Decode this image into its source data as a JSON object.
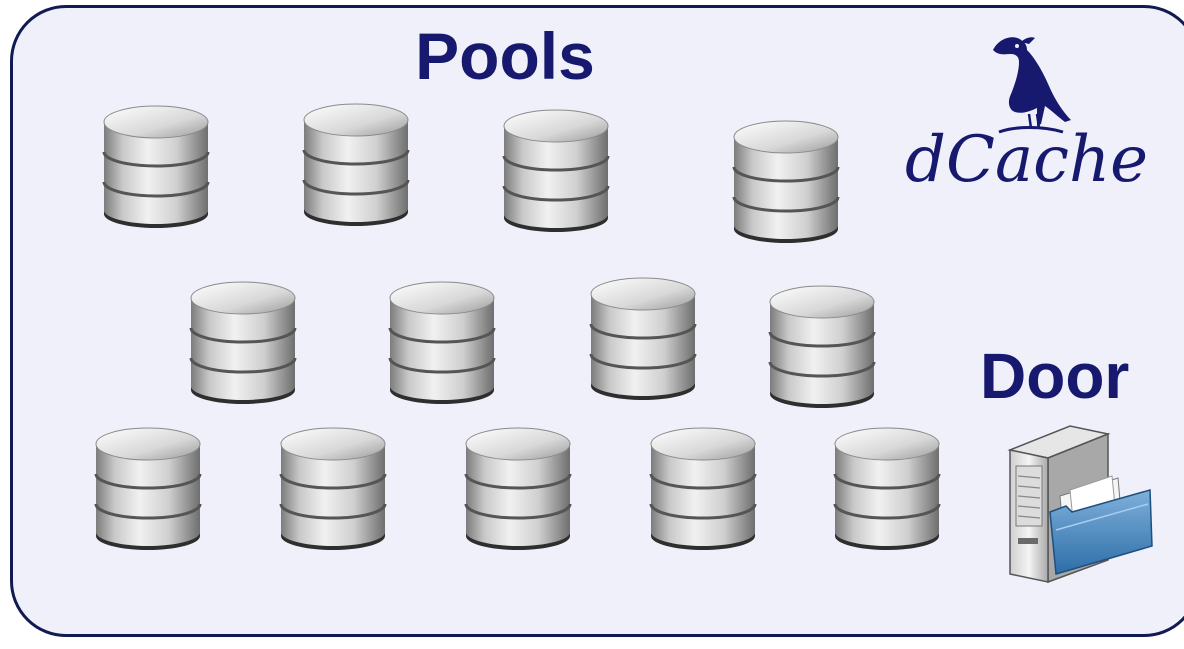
{
  "diagram": {
    "pools_label": "Pools",
    "door_label": "Door",
    "logo_text": "dCache"
  },
  "colors": {
    "panel_bg": "#eff0fa",
    "border": "#121a52",
    "label": "#16196e"
  },
  "icons": {
    "pool": "database-icon",
    "door": "server-folder-icon",
    "logo": "bird-logo-icon"
  },
  "pool_count": 13
}
